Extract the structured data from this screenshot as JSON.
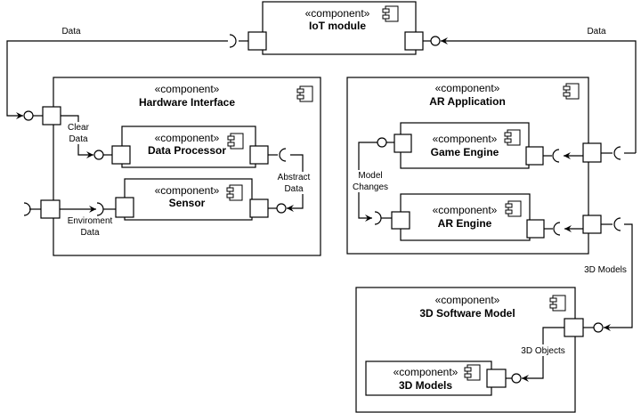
{
  "stereotype": "«component»",
  "components": {
    "iot": "IoT module",
    "hardware": "Hardware Interface",
    "processor": "Data Processor",
    "sensor": "Sensor",
    "ar_app": "AR Application",
    "game": "Game Engine",
    "ar_engine": "AR Engine",
    "software_model": "3D Software Model",
    "models": "3D Models"
  },
  "connectors": {
    "data_left": "Data",
    "data_right": "Data",
    "clear_data": [
      "Clear",
      "Data"
    ],
    "abstract_data": [
      "Abstract",
      "Data"
    ],
    "environment_data": [
      "Enviroment",
      "Data"
    ],
    "model_changes": [
      "Model",
      "Changes"
    ],
    "models_3d": "3D Models",
    "objects_3d": "3D Objects"
  }
}
